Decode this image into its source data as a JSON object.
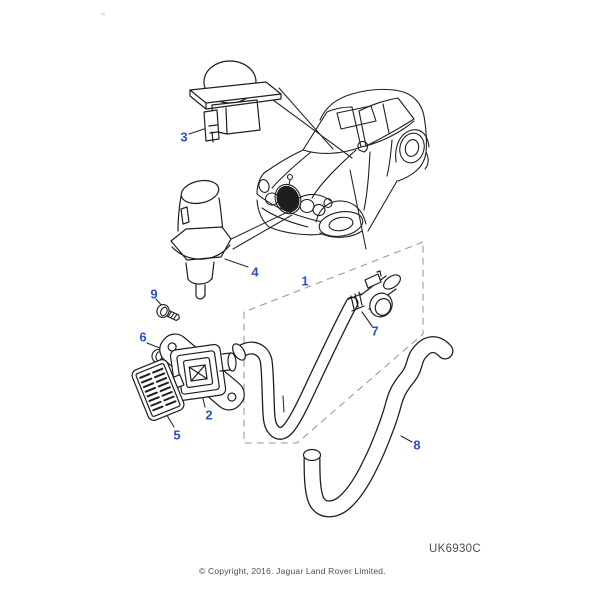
{
  "figure": {
    "type": "vehicle-parts-exploded-diagram",
    "code": "UK6930C",
    "copyright": "© Copyright, 2016. Jaguar Land Rover Limited."
  },
  "callouts": [
    {
      "text": "1"
    },
    {
      "text": "2"
    },
    {
      "text": "3"
    },
    {
      "text": "4"
    },
    {
      "text": "5"
    },
    {
      "text": "6"
    },
    {
      "text": "7"
    },
    {
      "text": "8"
    },
    {
      "text": "9"
    }
  ],
  "colors": {
    "callout_label": "#2b50c6",
    "line_art": "#1f1f1f",
    "dashed_outline": "#9a9a9a",
    "footer_text": "#4d4d4d",
    "grille_fill": "#1e1e1e",
    "background": "#ffffff"
  }
}
